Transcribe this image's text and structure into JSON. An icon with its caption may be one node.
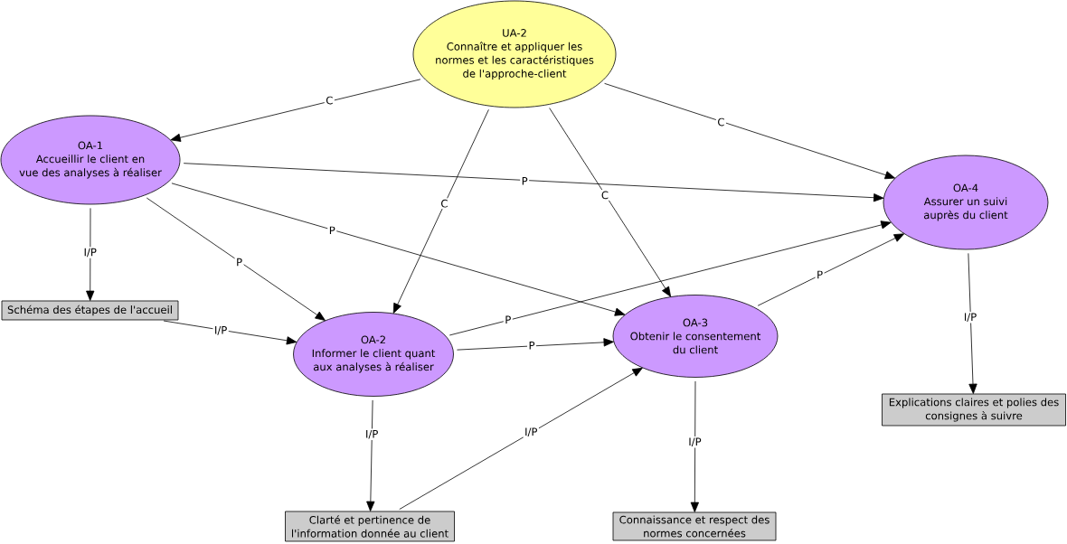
{
  "diagram": {
    "nodes": [
      {
        "text": [
          "UA-2",
          "Connaître et appliquer les normes et les caractéristiques de l'approche-client"
        ]
      },
      {
        "text": [
          "OA-1",
          "Accueillir le client en vue des analyses à réaliser"
        ]
      },
      {
        "text": [
          "OA-4",
          "Assurer un suivi auprès du client"
        ]
      },
      {
        "text": [
          "Schéma des étapes de l'accueil"
        ]
      },
      {
        "text": [
          "OA-2",
          "Informer le client quant aux analyses à réaliser"
        ]
      },
      {
        "text": [
          "OA-3",
          "Obtenir le consentement du client"
        ]
      },
      {
        "text": [
          "Explications claires et polies des consignes à suivre"
        ]
      },
      {
        "text": [
          "Clarté et pertinence de l'information donnée au client"
        ]
      },
      {
        "text": [
          "Connaissance et respect des normes concernées"
        ]
      }
    ],
    "edges": [
      {
        "from": 0,
        "to": 1,
        "arrow": "to",
        "label": "C"
      },
      {
        "from": 0,
        "to": 2,
        "arrow": "to",
        "label": "C"
      },
      {
        "from": 0,
        "to": 4,
        "arrow": "to",
        "label": "C"
      },
      {
        "from": 0,
        "to": 5,
        "arrow": "to",
        "label": "C"
      },
      {
        "from": 1,
        "to": 2,
        "arrow": "to",
        "label": "P"
      },
      {
        "from": 1,
        "to": 4,
        "arrow": "to",
        "label": "P"
      },
      {
        "from": 1,
        "to": 5,
        "arrow": "to",
        "label": "P"
      },
      {
        "from": 1,
        "to": 3,
        "arrow": "to",
        "label": "I/P"
      },
      {
        "from": 3,
        "to": 4,
        "arrow": "to",
        "label": "I/P"
      },
      {
        "from": 4,
        "to": 2,
        "arrow": "to",
        "label": "P"
      },
      {
        "from": 4,
        "to": 5,
        "arrow": "to",
        "label": "P"
      },
      {
        "from": 4,
        "to": 7,
        "arrow": "to",
        "label": "I/P"
      },
      {
        "from": 7,
        "to": 5,
        "arrow": "to",
        "label": "I/P"
      },
      {
        "from": 5,
        "to": 2,
        "arrow": "to",
        "label": "P"
      },
      {
        "from": 2,
        "to": 6,
        "arrow": "to",
        "label": "I/P"
      },
      {
        "from": 5,
        "to": 8,
        "arrow": "to",
        "label": "I/P"
      }
    ]
  }
}
